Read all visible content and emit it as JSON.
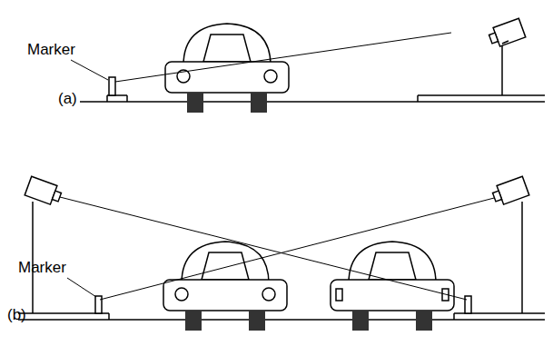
{
  "diagram": {
    "labels": [
      "Marker",
      "(a)",
      "Marker",
      "(b)"
    ]
  }
}
